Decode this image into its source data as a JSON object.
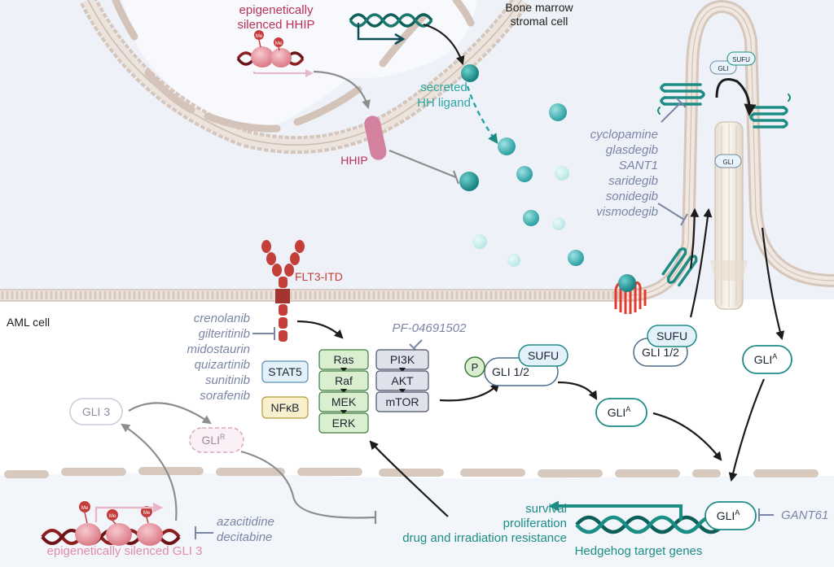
{
  "colors": {
    "upper_bg": "#eef2f8",
    "membrane": "#d6c6bb",
    "teal": "#1d8c85",
    "ligand": "#5ec5c7",
    "hhip": "#c74a74",
    "flt3": "#c43f3a",
    "drug": "#7b86a6",
    "green_box": "#d9efcf",
    "green_border": "#3f7a3c",
    "gray_box": "#dfe1eb",
    "blue_box": "#e3f1fa",
    "yellow_box": "#f8f0cc",
    "dna_red": "#8d1f21",
    "dna_teal": "#1a7870"
  },
  "labels": {
    "stromal_cell": "Bone marrow\nstromal cell",
    "aml_cell": "AML cell",
    "epi_hhip": "epigenetically\nsilenced HHIP",
    "epi_gli3": "epigenetically silenced GLI 3",
    "secreted": "secreted\nHH ligand",
    "hhip": "HHIP",
    "flt3": "FLT3-ITD",
    "me": "Me",
    "gli3": "GLI 3",
    "glir_main": "GLI",
    "glir_sup": "R",
    "p": "P",
    "gli12": "GLI 1/2",
    "sufu": "SUFU",
    "glia_main": "GLI",
    "glia_sup": "A",
    "gli_small": "GLI",
    "sufu_small": "SUFU",
    "hh_targets": "Hedgehog target genes",
    "gant61": "GANT61"
  },
  "flt3_inhibitors": [
    "crenolanib",
    "gilteritinib",
    "midostaurin",
    "quizartinib",
    "sunitinib",
    "sorafenib"
  ],
  "smo_inhibitors": [
    "cyclopamine",
    "glasdegib",
    "SANT1",
    "saridegib",
    "sonidegib",
    "vismodegib"
  ],
  "pi3k_inhibitor": "PF-04691502",
  "hypomethylating": [
    "azacitidine",
    "decitabine"
  ],
  "outcomes": [
    "survival",
    "proliferation",
    "drug and irradiation resistance"
  ],
  "mapk_cascade": [
    "Ras",
    "Raf",
    "MEK",
    "ERK"
  ],
  "pi3k_cascade": [
    "PI3K",
    "AKT",
    "mTOR"
  ],
  "stat5": "STAT5",
  "nfkb": "NFκB"
}
